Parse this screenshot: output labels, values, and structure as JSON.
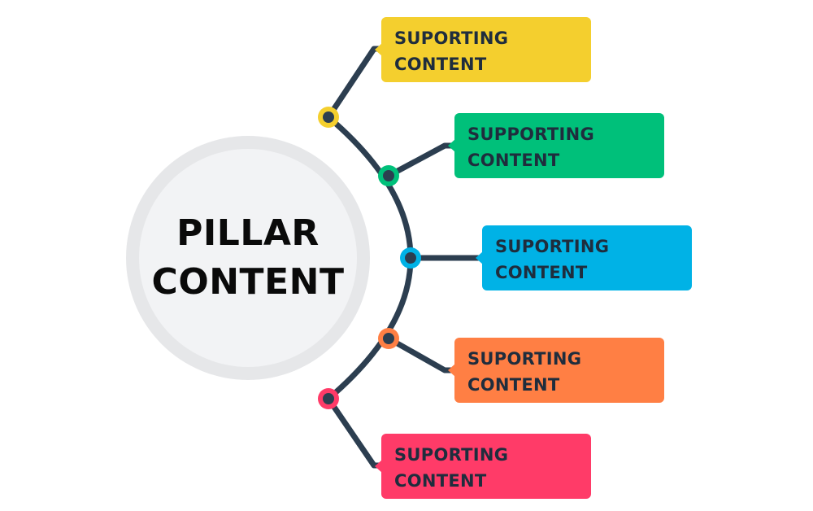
{
  "pillar": {
    "line1": "PILLAR",
    "line2": "CONTENT"
  },
  "branches": [
    {
      "line1": "SUPORTING",
      "line2": "CONTENT",
      "color": "#f4cf2e"
    },
    {
      "line1": "SUPPORTING",
      "line2": "CONTENT",
      "color": "#00c07a"
    },
    {
      "line1": "SUPORTING",
      "line2": "CONTENT",
      "color": "#00b2e6"
    },
    {
      "line1": "SUPORTING",
      "line2": "CONTENT",
      "color": "#ff7f44"
    },
    {
      "line1": "SUPORTING",
      "line2": "CONTENT",
      "color": "#ff3b68"
    }
  ],
  "colors": {
    "connector": "#2c3e50",
    "pillar_ring": "#e6e7e9",
    "pillar_fill": "#f2f3f5"
  }
}
